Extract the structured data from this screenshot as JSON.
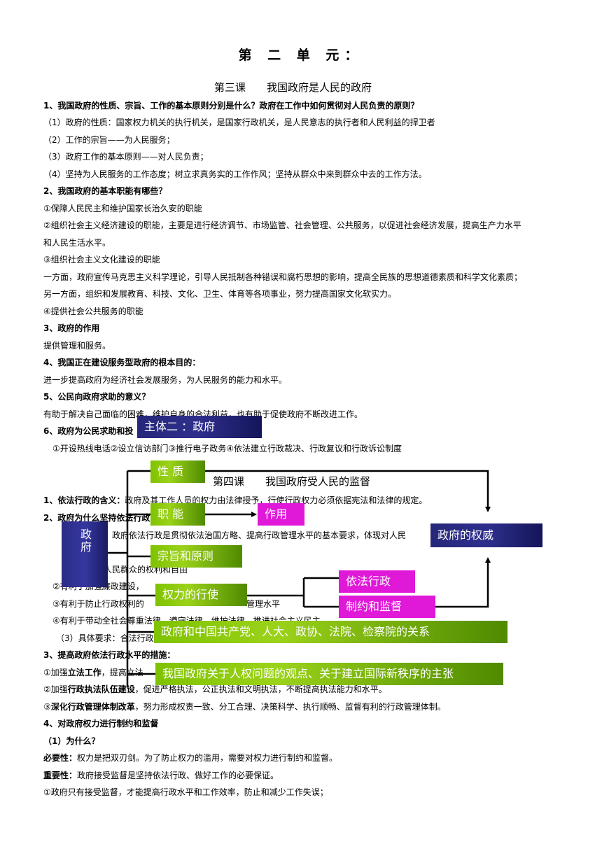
{
  "unit_title": "第 二 单 元：",
  "lesson3": {
    "num": "第三课",
    "title": "我国政府是人民的政府"
  },
  "lesson4": {
    "num": "第四课",
    "title": "我国政府受人民的监督"
  },
  "doc": {
    "l1": "1、我国政府的性质、宗旨、工作的基本原则分别是什么？政府在工作中如何贯彻对人民负责的原则？",
    "l2": "（1）政府的性质：国家权力机关的执行机关，是国家行政机关，是人民意志的执行者和人民利益的捍卫者",
    "l3": "（2）工作的宗旨——为人民服务；",
    "l4": "（3）政府工作的基本原则——对人民负责；",
    "l5": "（4）坚持为人民服务的工作态度；树立求真务实的工作作风；坚持从群众中来到群众中去的工作方法。",
    "l6": "2、我国政府的基本职能有哪些？",
    "l7": "①保障人民民主和维护国家长治久安的职能",
    "l8": "②组织社会主义经济建设的职能，主要是进行经济调节、市场监管、社会管理、公共服务，以促进社会经济发展，提高生产力水平",
    "l9": "和人民生活水平。",
    "l10": "③组织社会主义文化建设的职能",
    "l11": "一方面，政府宣传马克思主义科学理论，引导人民抵制各种错误和腐朽思想的影响，提高全民族的思想道德素质和科学文化素质；",
    "l12": "另一方面，组织和发展教育、科技、文化、卫生、体育等各项事业，努力提高国家文化软实力。",
    "l13": "④提供社会公共服务的职能",
    "l14": "3、政府的作用",
    "l15": "提供管理和服务。",
    "l16": "4、我国正在建设服务型政府的根本目的：",
    "l17": "进一步提高政府为经济社会发展服务，为人民服务的能力和水平。",
    "l18": "5、公民向政府求助的意义？",
    "l19": "有助于解决自己面临的困难，维护自身的合法利益，也有助于促使政府不断改进工作。",
    "l20": "6、政府为公民求助和投",
    "l21": "①开设热线电话②设立信访部门③推行电子政务④依法建立行政裁决、行政复议和行政诉讼制度",
    "l22_head": "1、依法行政的含义：",
    "l22_body": "政府及其工作人员的权力由法律授予，行使行政权力必须依据宪法和法律的规定。",
    "l23": "2、政府为什么坚持依法行政",
    "l24a": "（",
    "l24b": "政府依法行政是贯彻依法治国方略、提高行政管理水平的基本要求，体现对人民",
    "l25": "（",
    "l26": "人民群众的权利和自由",
    "l27": "②有利于加强廉政建设，",
    "l28a": "③有利于防止行政权利的",
    "l28b": "管理水平",
    "l29a": "④有利于带动全社会尊重法律、遵守法律、维护法律，推进社会主义民主",
    "l30": "（3）具体要求：合法行政",
    "l31": "3、提高政府依法行政水平的措施：",
    "l32a": "①加强",
    "l32b": "立法工作",
    "l32c": "，提高立法",
    "l33a": "②加强",
    "l33b": "行政执法队伍建设",
    "l33c": "，促进严格执法，公正执法和文明执法，不断提高执法能力和水平。",
    "l34a": "③",
    "l34b": "深化行政管理体制改革",
    "l34c": "，努力形成权责一致、分工合理、决策科学、执行顺畅、监督有利的行政管理体制。",
    "l35": "4、对政府权力进行制约和监督",
    "l36": "（1）为什么？",
    "l37a": "必要性：",
    "l37b": "权力是把双刃剑。为了防止权力的滥用，需要对权力进行制约和监督。",
    "l38a": "重要性：",
    "l38b": "政府接受监督是坚持依法行政、做好工作的必要保证。",
    "l39": "①政府只有接受监督，才能提高行政水平和工作效率，防止和减少工作失误；"
  },
  "diagram": {
    "topic": "主体二 ：政府",
    "government": "政府",
    "nature": "性 质",
    "function": "职 能",
    "role": "作用",
    "purpose_principle": "宗旨和原则",
    "exercise_power": "权力的行使",
    "lawful_admin": "依法行政",
    "restraint_supervision": "制约和监督",
    "relations": "政府和中国共产党、人大、政协、法院、检察院的关系",
    "human_rights": "我国政府关于人权问题的观点、关于建立国际新秩序的主张",
    "authority": "政府的权威",
    "colors": {
      "green": "#8cc614",
      "navy": "#2a2b86",
      "magenta": "#e018d8"
    }
  }
}
